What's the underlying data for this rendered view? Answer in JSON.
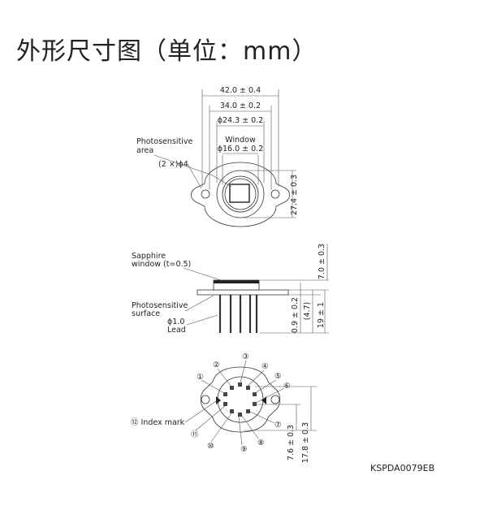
{
  "title": "外形尺寸图（单位：mm）",
  "drawing_code": "KSPDA0079EB",
  "top_view": {
    "dim_width": "42.0 ± 0.4",
    "dim_mount": "34.0 ± 0.2",
    "dim_body": "ϕ24.3 ± 0.2",
    "window_label": "Window",
    "dim_window": "ϕ16.0 ± 0.2",
    "photosensitive_area_line1": "Photosensitive",
    "photosensitive_area_line2": "area",
    "holes": "(2 ×)ϕ4",
    "dim_height": "27.4 ± 0.3"
  },
  "side_view": {
    "sapphire_line1": "Sapphire",
    "sapphire_line2": "window (t=0.5)",
    "surface_line1": "Photosensitive",
    "surface_line2": "surface",
    "lead_line1": "ϕ1.0",
    "lead_line2": "Lead",
    "dim_top": "7.0 ± 0.3",
    "dim_surface": "0.9 ± 0.2",
    "dim_ref": "(4.7)",
    "dim_lead": "19 ± 1"
  },
  "bottom_view": {
    "pins": [
      "①",
      "②",
      "③",
      "④",
      "⑤",
      "⑥",
      "⑦",
      "⑧",
      "⑨",
      "⑩",
      "⑪"
    ],
    "index_mark": "⑫ Index mark",
    "dim_a": "7.6 ± 0.3",
    "dim_b": "17.8 ± 0.3"
  }
}
